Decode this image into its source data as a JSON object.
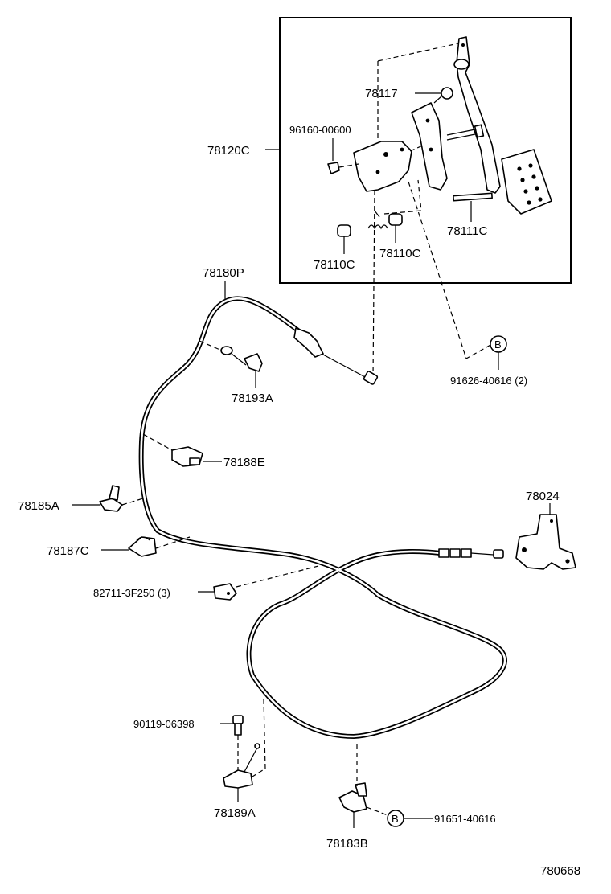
{
  "labels": {
    "assembly": "78120C",
    "stopper_bolt": "78117",
    "clip": "96160-00600",
    "bushing_left": "78110C",
    "bushing_right": "78110C",
    "pedal_pin": "78111C",
    "cable": "78180P",
    "grommet_clamp": "78193A",
    "clamp_e": "78188E",
    "clamp_a": "78185A",
    "clamp_c": "78187C",
    "cable_clip": "82711-3F250 (3)",
    "bolt_b_upper": "91626-40616 (2)",
    "bracket": "78024",
    "bolt_screw": "90119-06398",
    "clamp_89a": "78189A",
    "clamp_83b": "78183B",
    "bolt_b_lower": "91651-40616",
    "callout_letter": "B",
    "diagram_code": "780668"
  }
}
